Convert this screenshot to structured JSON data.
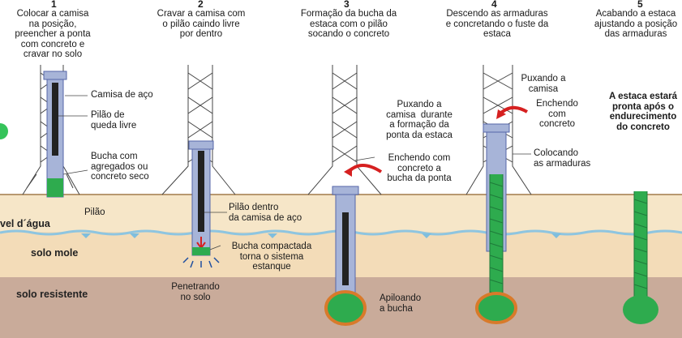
{
  "steps": [
    {
      "number": "1",
      "caption": "Colocar a camisa\nna posição,\npreencher a ponta\ncom concreto e\ncravar no solo"
    },
    {
      "number": "2",
      "caption": "Cravar a camisa com\no pilão caindo livre\npor dentro"
    },
    {
      "number": "3",
      "caption": "Formação da bucha da\nestaca com o pilão\nsocando o concreto"
    },
    {
      "number": "4",
      "caption": "Descendo as armaduras\ne concretando o fuste da\nestaca"
    },
    {
      "number": "5",
      "caption": "Acabando a estaca\najustando a posição\ndas armaduras"
    }
  ],
  "labels": {
    "camisa_aco": "Camisa de aço",
    "pilao_queda": "Pilão de\nqueda livre",
    "bucha_agregados": "Bucha com\nagregados ou\nconcreto seco",
    "pilao_dentro": "Pilão dentro\nda camisa de aço",
    "bucha_compactada": "Bucha compactada\ntorna o sistema\nestanque",
    "penetrando": "Penetrando\nno solo",
    "puxando_camisa_formacao": "Puxando a\ncamisa  durante\na formação da\nponta da estaca",
    "enchendo_bucha": "Enchendo com\nconcreto a\nbucha da ponta",
    "apiloando": "Apiloando\na bucha",
    "puxando_camisa": "Puxando a\ncamisa",
    "enchendo_concreto": "Enchendo\ncom\nconcreto",
    "colocando_armaduras": "Colocando\nas armaduras",
    "final_note": "A estaca estará\npronta após o\nendurecimento\ndo concreto"
  },
  "layers": {
    "pilao": "Pilão",
    "nivel_agua": "vel d´água",
    "solo_mole": "solo mole",
    "solo_resistente": "solo resistente"
  },
  "colors": {
    "sky": "#ffffff",
    "soil_top": "#f6e6c8",
    "soil_mid": "#f0d3ae",
    "soil_deep": "#c4a595",
    "water": "#cfe6f3",
    "casing": "#a7b4d8",
    "casing_dark": "#5566a8",
    "rammer": "#222222",
    "concrete": "#2eab4e",
    "rebar": "#1f7a3a",
    "bulb_ring": "#d87a2a",
    "arrow": "#d62020",
    "green_indicator": "#35c35a"
  }
}
